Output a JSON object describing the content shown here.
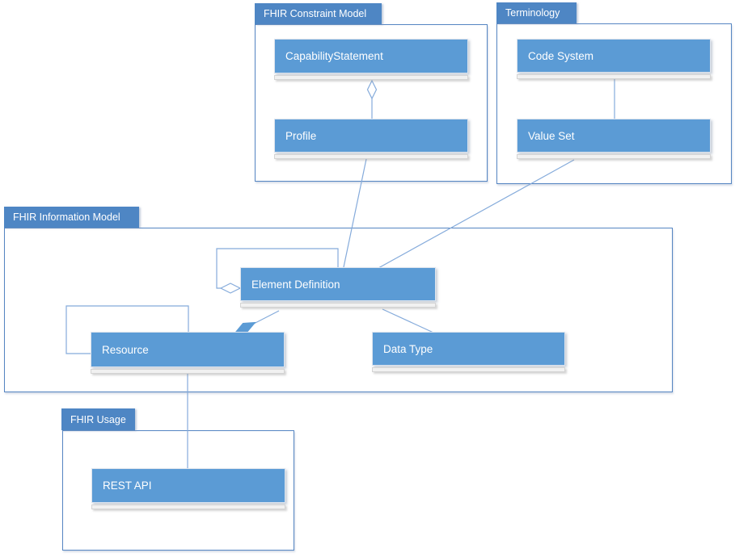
{
  "diagram": {
    "title": "FHIR UML package diagram",
    "colors": {
      "class_fill": "#5b9bd5",
      "tab_fill": "#4e86c4",
      "package_border": "#5585c2",
      "connector_line": "#85abdb",
      "strip_fill": "#f1f1f1",
      "class_text": "#ffffff",
      "background": "#ffffff"
    },
    "packages": {
      "constraint": {
        "label": "FHIR Constraint Model"
      },
      "terminology": {
        "label": "Terminology"
      },
      "infomodel": {
        "label": "FHIR Information Model"
      },
      "usage": {
        "label": "FHIR Usage"
      }
    },
    "classes": {
      "capability_statement": {
        "label": "CapabilityStatement",
        "package": "FHIR Constraint Model"
      },
      "profile": {
        "label": "Profile",
        "package": "FHIR Constraint Model"
      },
      "code_system": {
        "label": "Code System",
        "package": "Terminology"
      },
      "value_set": {
        "label": "Value Set",
        "package": "Terminology"
      },
      "element_definition": {
        "label": "Element Definition",
        "package": "FHIR Information Model"
      },
      "resource": {
        "label": "Resource",
        "package": "FHIR Information Model"
      },
      "data_type": {
        "label": "Data Type",
        "package": "FHIR Information Model"
      },
      "rest_api": {
        "label": "REST API",
        "package": "FHIR Usage"
      }
    },
    "relations": [
      {
        "from": "Profile",
        "to": "CapabilityStatement",
        "type": "aggregation-open-diamond"
      },
      {
        "from": "Code System",
        "to": "Value Set",
        "type": "association"
      },
      {
        "from": "Profile",
        "to": "Element Definition",
        "type": "association"
      },
      {
        "from": "Value Set",
        "to": "Element Definition",
        "type": "association"
      },
      {
        "from": "Element Definition",
        "to": "Element Definition",
        "type": "self-aggregation-open-diamond"
      },
      {
        "from": "Element Definition",
        "to": "Resource",
        "type": "composition-filled-diamond"
      },
      {
        "from": "Element Definition",
        "to": "Data Type",
        "type": "association"
      },
      {
        "from": "Resource",
        "to": "Resource",
        "type": "self-association"
      },
      {
        "from": "Resource",
        "to": "REST API",
        "type": "association"
      }
    ]
  }
}
